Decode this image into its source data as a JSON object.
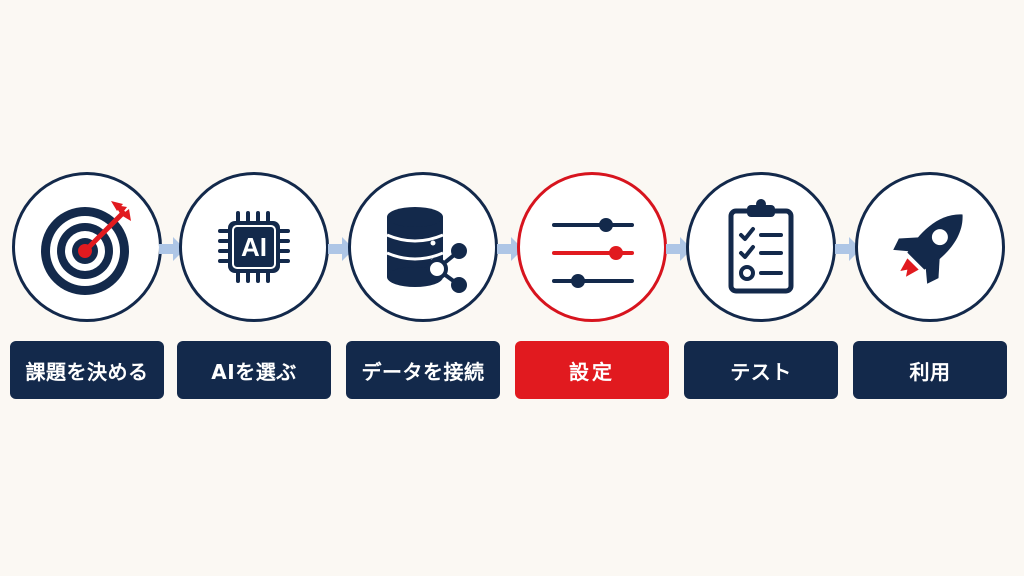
{
  "colors": {
    "navy": "#13294b",
    "red": "#e11a1f",
    "arrow": "#aec6e6",
    "background": "#fbf8f3"
  },
  "active_step": 3,
  "steps": [
    {
      "label": "課題を決める",
      "icon": "target-icon"
    },
    {
      "label": "AIを選ぶ",
      "icon": "ai-chip-icon",
      "icon_text": "AI"
    },
    {
      "label": "データを接続",
      "icon": "database-icon"
    },
    {
      "label": "設定",
      "icon": "sliders-icon"
    },
    {
      "label": "テスト",
      "icon": "clipboard-checklist-icon"
    },
    {
      "label": "利用",
      "icon": "rocket-icon"
    }
  ]
}
